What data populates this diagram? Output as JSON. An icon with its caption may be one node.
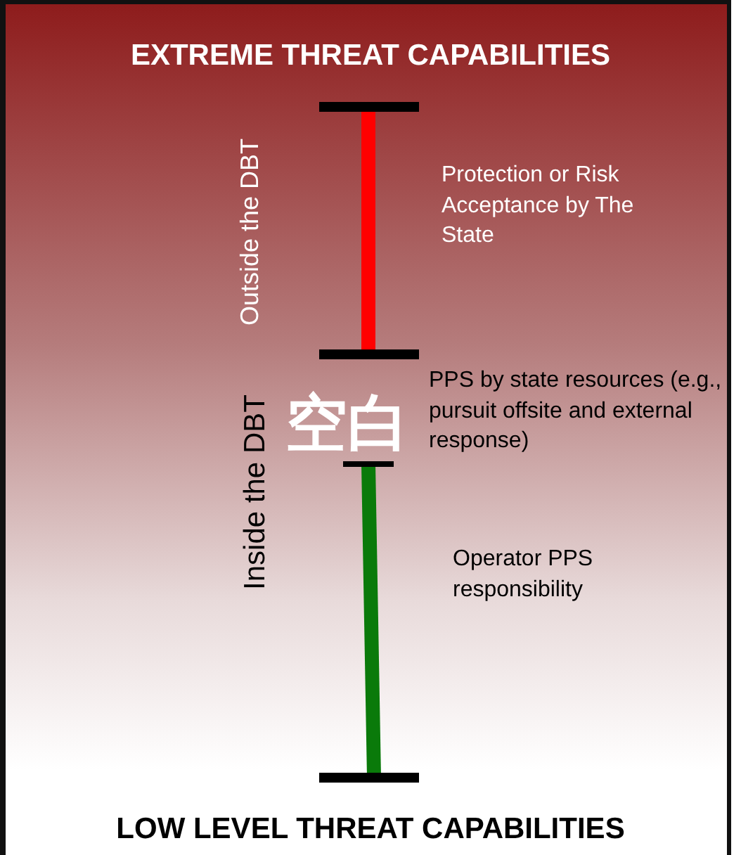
{
  "diagram": {
    "title": "EXTREME THREAT CAPABILITIES",
    "caption": "LOW LEVEL THREAT CAPABILITIES",
    "labels": [
      "Outside the DBT",
      "Protection or Risk Acceptance by The State",
      "PPS by state resources (e.g., pursuit offsite and external response)",
      "空白",
      "Inside the DBT",
      "Operator PPS responsibility"
    ]
  }
}
